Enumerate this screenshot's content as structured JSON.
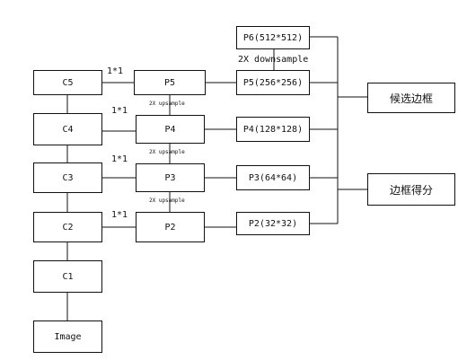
{
  "backbone": {
    "c5": "C5",
    "c4": "C4",
    "c3": "C3",
    "c2": "C2",
    "c1": "C1",
    "image": "Image"
  },
  "pyramid": {
    "p5": "P5",
    "p4": "P4",
    "p3": "P3",
    "p2": "P2"
  },
  "outputs": {
    "p6": "P6(512*512)",
    "p5": "P5(256*256)",
    "p4": "P4(128*128)",
    "p3": "P3(64*64)",
    "p2": "P2(32*32)"
  },
  "heads": {
    "proposals": "候选边框",
    "scores": "边框得分"
  },
  "labels": {
    "lateral": "1*1",
    "upsample": "2X upsample",
    "downsample": "2X downsample"
  }
}
